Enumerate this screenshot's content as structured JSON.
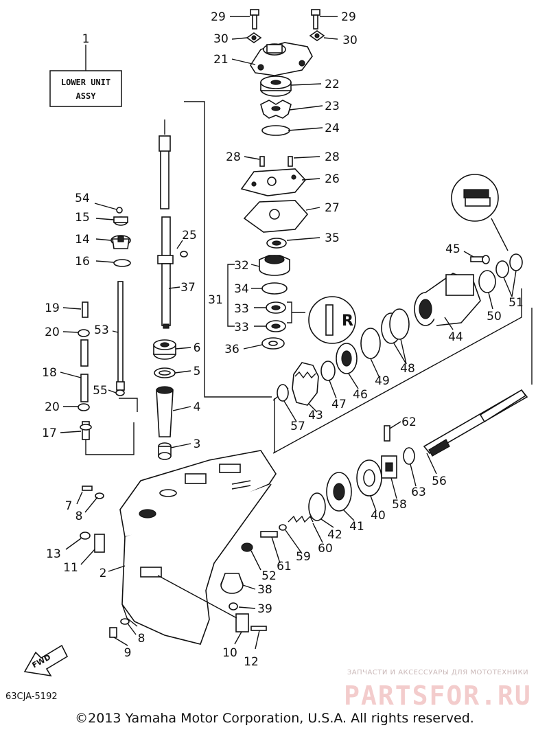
{
  "assembly_label_line1": "LOWER UNIT",
  "assembly_label_line2": "ASSY",
  "diagram_code": "63CJA-5192",
  "copyright": "©2013 Yamaha Motor Corporation, U.S.A. All rights reserved.",
  "fwd_label": "FWD",
  "watermark_tagline": "ЗАПЧАСТИ И АКСЕССУАРЫ ДЛЯ МОТОТЕХНИКИ",
  "watermark_brand": "PARTSFOR.RU",
  "callouts": [
    "1",
    "2",
    "3",
    "4",
    "5",
    "6",
    "7",
    "8",
    "8",
    "9",
    "10",
    "11",
    "12",
    "13",
    "14",
    "15",
    "16",
    "17",
    "18",
    "19",
    "20",
    "20",
    "21",
    "22",
    "23",
    "24",
    "25",
    "26",
    "27",
    "28",
    "28",
    "29",
    "29",
    "30",
    "30",
    "31",
    "32",
    "33",
    "33",
    "34",
    "35",
    "36",
    "37",
    "38",
    "39",
    "40",
    "41",
    "42",
    "43",
    "44",
    "45",
    "46",
    "47",
    "48",
    "49",
    "50",
    "51",
    "52",
    "53",
    "54",
    "55",
    "56",
    "57",
    "58",
    "59",
    "60",
    "61",
    "62",
    "63"
  ]
}
